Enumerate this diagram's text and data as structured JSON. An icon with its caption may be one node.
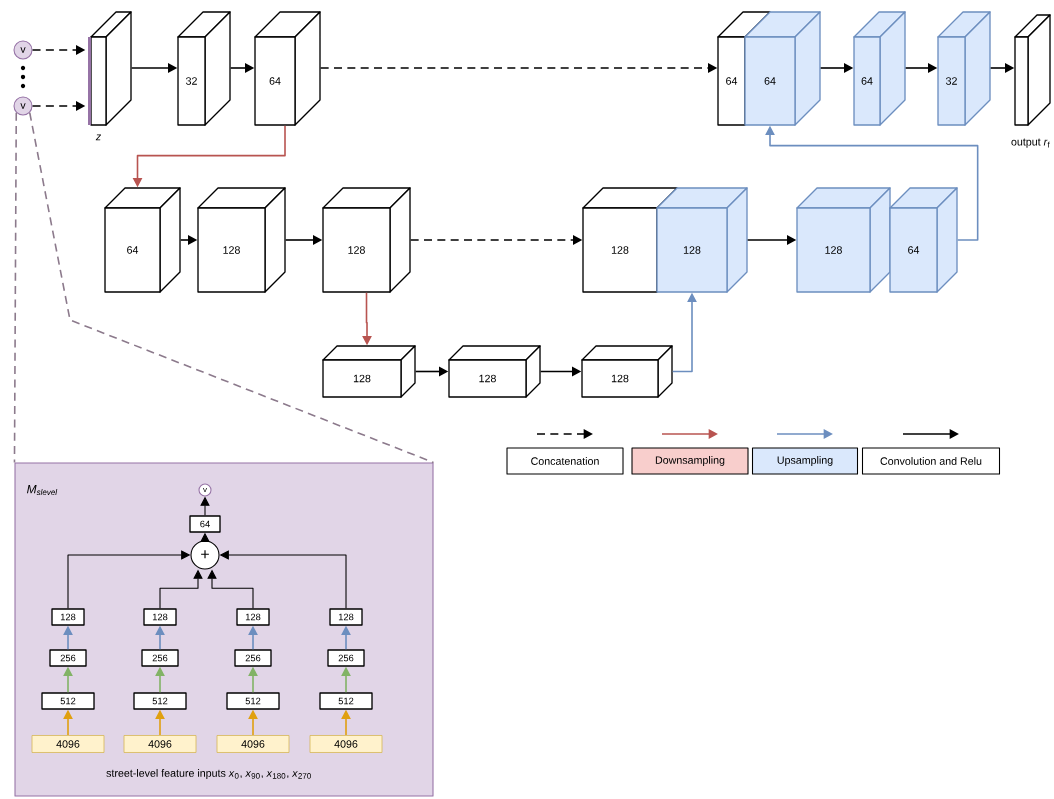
{
  "diagram": {
    "nodes": [
      {
        "text": [
          "v"
        ]
      },
      {
        "text": [
          "v"
        ]
      },
      {
        "text": [],
        "shape": "box",
        "beside": [
          "z"
        ]
      },
      {
        "text": [
          "32"
        ]
      },
      {
        "text": [
          "64"
        ]
      },
      {
        "text": [
          "64"
        ]
      },
      {
        "text": [
          "64"
        ]
      },
      {
        "text": [
          "64"
        ]
      },
      {
        "text": [
          "32"
        ]
      },
      {
        "text": [],
        "shape": "box",
        "beside": [
          "output *r*$_{f}$"
        ]
      },
      {
        "text": [
          "64"
        ]
      },
      {
        "text": [
          "128"
        ]
      },
      {
        "text": [
          "128"
        ]
      },
      {
        "text": [
          "128"
        ]
      },
      {
        "text": [
          "128"
        ]
      },
      {
        "text": [
          "128"
        ]
      },
      {
        "text": [
          "64"
        ]
      },
      {
        "text": [
          "128"
        ]
      },
      {
        "text": [
          "128"
        ]
      },
      {
        "text": [
          "128"
        ]
      },
      {
        "text": [
          "M$_{slevel}$"
        ]
      },
      {
        "text": [
          "v"
        ],
        "in": 20
      },
      {
        "text": [
          "64"
        ],
        "in": 20
      },
      {
        "text": [
          "+"
        ],
        "in": 20
      },
      {
        "text": [
          "128"
        ],
        "in": 20
      },
      {
        "text": [
          "128"
        ],
        "in": 20
      },
      {
        "text": [
          "128"
        ],
        "in": 20
      },
      {
        "text": [
          "128"
        ],
        "in": 20
      },
      {
        "text": [
          "256"
        ],
        "in": 20
      },
      {
        "text": [
          "256"
        ],
        "in": 20
      },
      {
        "text": [
          "256"
        ],
        "in": 20
      },
      {
        "text": [
          "256"
        ],
        "in": 20
      },
      {
        "text": [
          "512"
        ],
        "in": 20
      },
      {
        "text": [
          "512"
        ],
        "in": 20
      },
      {
        "text": [
          "512"
        ],
        "in": 20
      },
      {
        "text": [
          "512"
        ],
        "in": 20
      },
      {
        "text": [
          "4096"
        ],
        "in": 20
      },
      {
        "text": [
          "4096"
        ],
        "in": 20
      },
      {
        "text": [
          "4096"
        ],
        "in": 20
      },
      {
        "text": [
          "4096"
        ],
        "in": 20
      }
    ],
    "edges": [
      {
        "from": 0,
        "to": 2,
        "arrow": "to",
        "style": "dashed"
      },
      {
        "from": 1,
        "to": 2,
        "arrow": "to",
        "style": "dashed"
      },
      {
        "from": 2,
        "to": 3,
        "arrow": "to"
      },
      {
        "from": 3,
        "to": 4,
        "arrow": "to"
      },
      {
        "from": 4,
        "to": 5,
        "arrow": "to",
        "style": "dashed"
      },
      {
        "from": 6,
        "to": 7,
        "arrow": "to"
      },
      {
        "from": 7,
        "to": 8,
        "arrow": "to"
      },
      {
        "from": 8,
        "to": 9,
        "arrow": "to"
      },
      {
        "from": 4,
        "to": 10,
        "arrow": "to",
        "color": "#b85450"
      },
      {
        "from": 10,
        "to": 11,
        "arrow": "to"
      },
      {
        "from": 11,
        "to": 12,
        "arrow": "to"
      },
      {
        "from": 12,
        "to": 13,
        "arrow": "to",
        "style": "dashed"
      },
      {
        "from": 14,
        "to": 15,
        "arrow": "to"
      },
      {
        "from": 16,
        "to": 6,
        "arrow": "to",
        "color": "#6c8ebf"
      },
      {
        "from": 12,
        "to": 17,
        "arrow": "to",
        "color": "#b85450"
      },
      {
        "from": 17,
        "to": 18,
        "arrow": "to"
      },
      {
        "from": 18,
        "to": 19,
        "arrow": "to"
      },
      {
        "from": 19,
        "to": 14,
        "arrow": "to",
        "color": "#6c8ebf"
      },
      {
        "from": 1,
        "to": 20,
        "arrow": "none",
        "style": "dashed",
        "color": "#8c7a8c"
      },
      {
        "from": 1,
        "to": 20,
        "arrow": "none",
        "style": "dashed",
        "color": "#8c7a8c"
      },
      {
        "from": 36,
        "to": 32,
        "arrow": "to",
        "color": "#e0a010"
      },
      {
        "from": 32,
        "to": 28,
        "arrow": "to",
        "color": "#82b366"
      },
      {
        "from": 28,
        "to": 24,
        "arrow": "to",
        "color": "#6c8ebf"
      },
      {
        "from": 37,
        "to": 33,
        "arrow": "to",
        "color": "#e0a010"
      },
      {
        "from": 33,
        "to": 29,
        "arrow": "to",
        "color": "#82b366"
      },
      {
        "from": 29,
        "to": 25,
        "arrow": "to",
        "color": "#6c8ebf"
      },
      {
        "from": 38,
        "to": 34,
        "arrow": "to",
        "color": "#e0a010"
      },
      {
        "from": 34,
        "to": 30,
        "arrow": "to",
        "color": "#82b366"
      },
      {
        "from": 30,
        "to": 26,
        "arrow": "to",
        "color": "#6c8ebf"
      },
      {
        "from": 39,
        "to": 35,
        "arrow": "to",
        "color": "#e0a010"
      },
      {
        "from": 35,
        "to": 31,
        "arrow": "to",
        "color": "#82b366"
      },
      {
        "from": 31,
        "to": 27,
        "arrow": "to",
        "color": "#6c8ebf"
      },
      {
        "from": 24,
        "to": 23,
        "arrow": "to"
      },
      {
        "from": 25,
        "to": 23,
        "arrow": "to"
      },
      {
        "from": 26,
        "to": 23,
        "arrow": "to"
      },
      {
        "from": 27,
        "to": 23,
        "arrow": "to"
      },
      {
        "from": 23,
        "to": 22,
        "arrow": "to"
      },
      {
        "from": 22,
        "to": 21,
        "arrow": "to"
      }
    ],
    "labels": [
      "street-level feature inputs *x*$_{0}$, *x*$_{90}$, *x*$_{180}$, *x*$_{270}$"
    ],
    "legend": [
      {
        "text": "Concatenation"
      },
      {
        "text": "Downsampling",
        "color": "#f8cecc"
      },
      {
        "text": "Upsampling",
        "color": "#dae8fc"
      },
      {
        "text": "Convolution and Relu"
      }
    ]
  }
}
